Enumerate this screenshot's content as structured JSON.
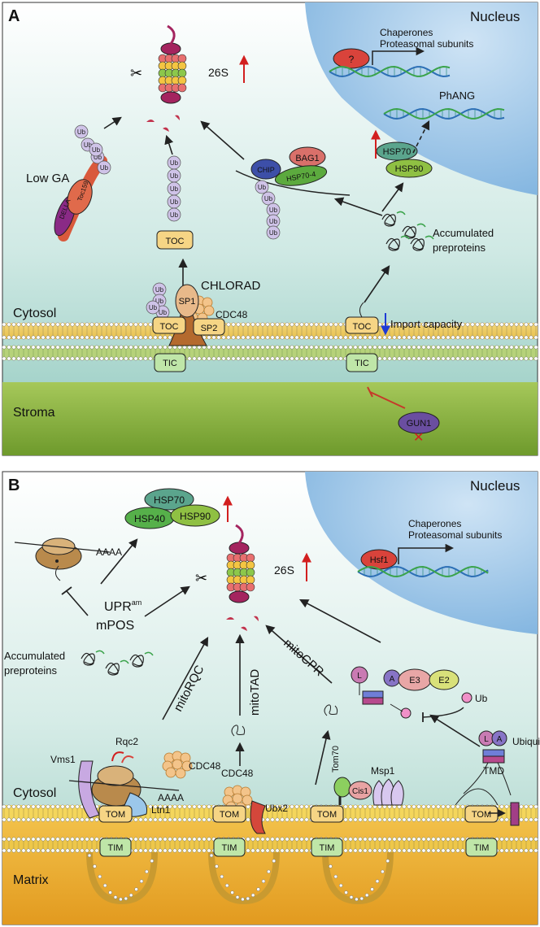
{
  "panelA": {
    "letter": "A",
    "nucleus": "Nucleus",
    "chaperones": "Chaperones",
    "proteasomal": "Proteasomal subunits",
    "question": "?",
    "proteasome": "26S",
    "lowga": "Low  GA",
    "della": "DELLA",
    "toc159": "Toc159",
    "ub": "Ub",
    "toc": "TOC",
    "tic": "TIC",
    "chip": "CHIP",
    "bag1": "BAG1",
    "hsp70_4": "HSP70-4",
    "hsp70": "HSP70",
    "hsp90": "HSP90",
    "phang": "PhANG",
    "accumulated": "Accumulated",
    "preproteins": "preproteins",
    "chlorad": "CHLORAD",
    "cdc48": "CDC48",
    "sp1": "SP1",
    "sp2": "SP2",
    "import_capacity": "Import capacity",
    "cytosol": "Cytosol",
    "stroma": "Stroma",
    "gun1": "GUN1"
  },
  "panelB": {
    "letter": "B",
    "nucleus": "Nucleus",
    "hsp70": "HSP70",
    "hsp40": "HSP40",
    "hsp90": "HSP90",
    "aaaa": "AAAA",
    "upr": "UPR",
    "upr_sup": "am",
    "mpos": "mPOS",
    "accumulated": "Accumulated",
    "preproteins": "preproteins",
    "proteasome": "26S",
    "chaperones": "Chaperones",
    "proteasomal": "Proteasomal subunits",
    "hsf1": "Hsf1",
    "mitorqc": "mitoRQC",
    "mitotad": "mitoTAD",
    "mitocpr": "mitoCPR",
    "rqc2": "Rqc2",
    "vms1": "Vms1",
    "cdc48": "CDC48",
    "ltn1": "Ltn1",
    "ubx2": "Ubx2",
    "tom70": "Tom70",
    "cis1": "Cis1",
    "msp1": "Msp1",
    "l": "L",
    "a": "A",
    "e3": "E3",
    "e2": "E2",
    "ub": "Ub",
    "ubiquilin": "Ubiquilin",
    "tmd": "TMD",
    "tom": "TOM",
    "tim": "TIM",
    "cytosol": "Cytosol",
    "matrix": "Matrix"
  }
}
